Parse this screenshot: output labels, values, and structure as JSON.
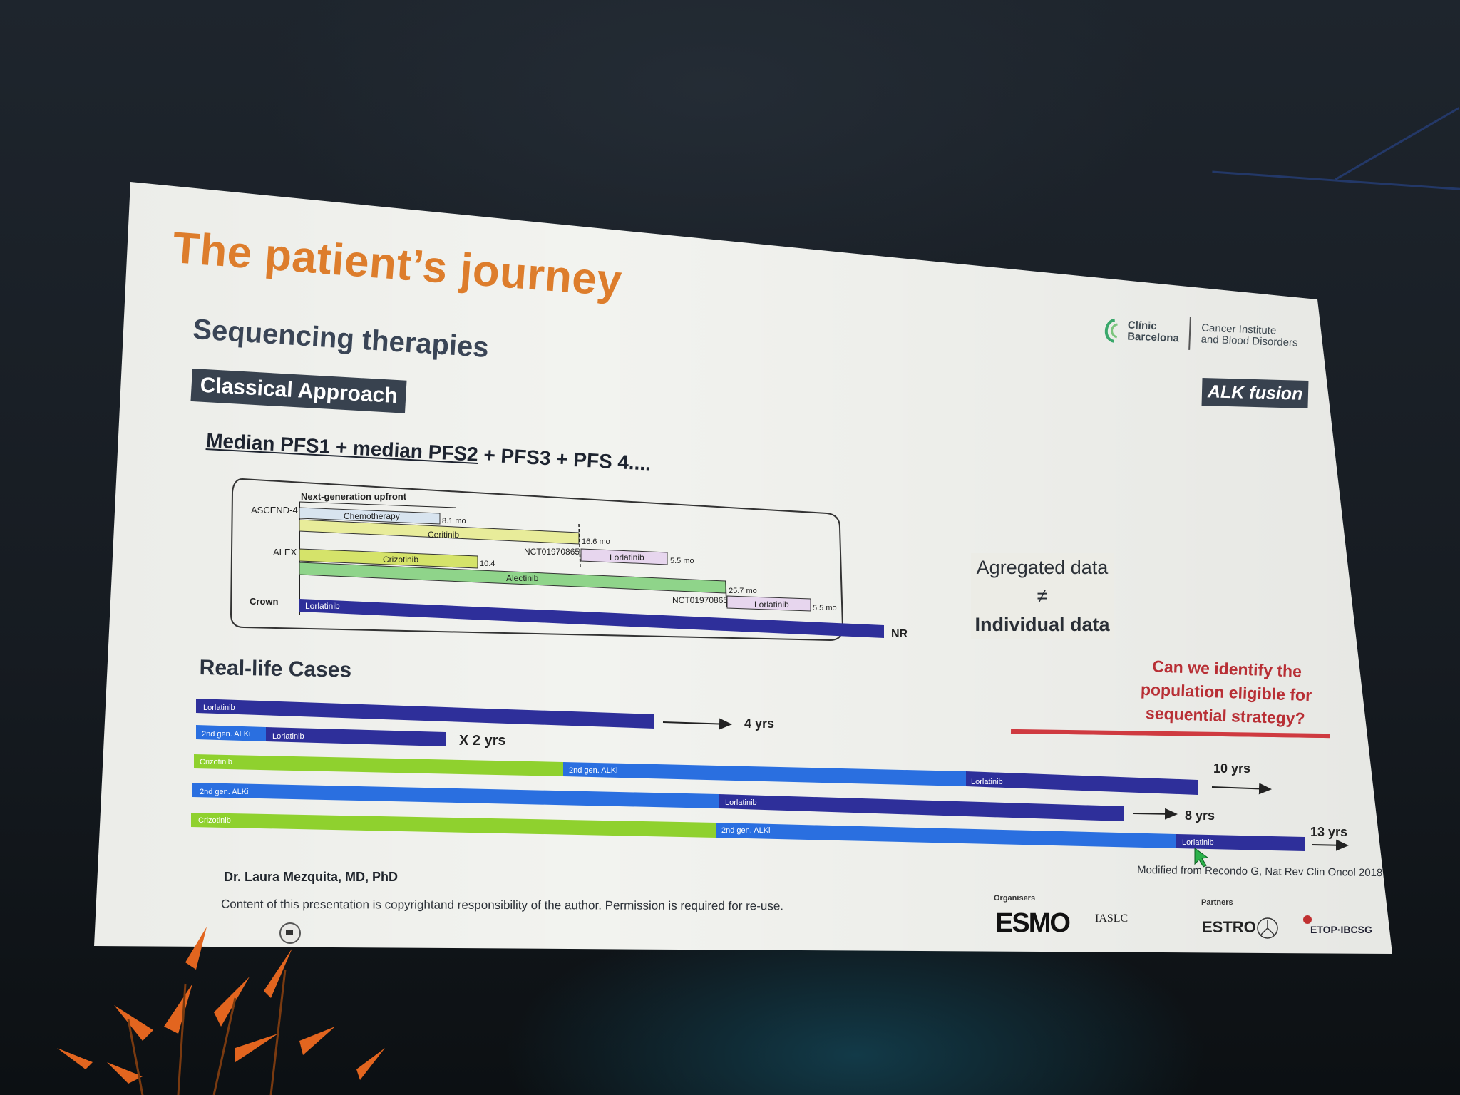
{
  "slide": {
    "title": "The patient’s journey",
    "subtitle": "Sequencing therapies",
    "approach_tag": "Classical Approach",
    "alk_tag": "ALK fusion",
    "formula_underlined": "Median PFS1 + median PFS2",
    "formula_rest": " + PFS3 + PFS 4....",
    "logo": {
      "name_line1": "Clínic",
      "name_line2": "Barcelona",
      "sub_line1": "Cancer Institute",
      "sub_line2": "and Blood Disorders"
    },
    "agg_line1": "Agregated data",
    "agg_symbol": "≠",
    "agg_line2": "Individual data",
    "question": "Can we identify the population eligible for sequential strategy?",
    "real_life_title": "Real-life Cases",
    "author": "Dr. Laura Mezquita, MD, PhD",
    "copyright": "Content of this presentation is copyrightand responsibility of the author. Permission is required for re-use.",
    "modified": "Modified from Recondo G, Nat Rev Clin Oncol 2018",
    "organisers_label": "Organisers",
    "partners_label": "Partners",
    "esmo": "ESMO",
    "iaslc": "IASLC",
    "estro": "ESTRO",
    "etop": "ETOP·IBCSG"
  },
  "trials": {
    "header": "Next-generation upfront",
    "ascend_label": "ASCEND-4",
    "alex_label": "ALEX",
    "crown_label": "Crown",
    "chemo": "Chemotherapy",
    "chemo_mo": "8.1 mo",
    "ceritinib": "Ceritinib",
    "ceritinib_mo": "16.6 mo",
    "nct1": "NCT01970865",
    "lorla1": "Lorlatinib",
    "lorla1_mo": "5.5 mo",
    "crizo": "Crizotinib",
    "crizo_mo": "10.4",
    "alectinib": "Alectinib",
    "alectinib_mo": "25.7 mo",
    "nct2": "NCT01970865",
    "lorla2": "Lorlatinib",
    "lorla2_mo": "5.5 mo",
    "crown_lorla": "Lorlatinib",
    "nr": "NR"
  },
  "cases": {
    "c1_lorla": "Lorlatinib",
    "c1_yrs": "4 yrs",
    "c2_alki": "2nd gen. ALKi",
    "c2_lorla": "Lorlatinib",
    "c2_yrs": "X  2 yrs",
    "c3_crizo": "Crizotinib",
    "c3_alki": "2nd gen. ALKi",
    "c3_lorla": "Lorlatinib",
    "c3_yrs": "10 yrs",
    "c4_alki": "2nd gen. ALKi",
    "c4_lorla": "Lorlatinib",
    "c4_yrs": "8 yrs",
    "c5_crizo": "Crizotinib",
    "c5_alki": "2nd gen. ALKi",
    "c5_lorla": "Lorlatinib",
    "c5_yrs": "13 yrs"
  },
  "colors": {
    "title_orange": "#dd7d2c",
    "lorlatinib_navy": "#2e2f9a",
    "alki_blue": "#2a6fe0",
    "crizotinib_green": "#8fd12e",
    "question_red": "#b82f35"
  }
}
